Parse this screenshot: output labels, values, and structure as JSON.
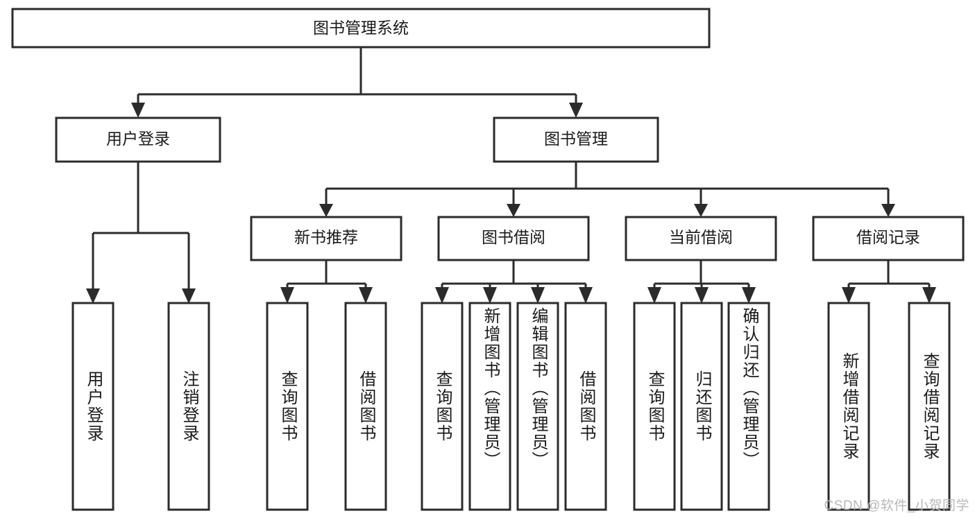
{
  "diagram": {
    "title": "图书管理系统",
    "type": "hierarchy-tree",
    "watermark": "CSDN @软件_小贺同学",
    "colors": {
      "stroke": "#2b2b2b",
      "fill": "#ffffff",
      "text": "#1a1a1a",
      "watermark": "#b8b8b8"
    },
    "levels": {
      "root": {
        "label": "图书管理系统"
      },
      "level2": [
        {
          "label": "用户登录"
        },
        {
          "label": "图书管理"
        }
      ],
      "level3": [
        {
          "label": "新书推荐"
        },
        {
          "label": "图书借阅"
        },
        {
          "label": "当前借阅"
        },
        {
          "label": "借阅记录"
        }
      ]
    },
    "leaves": {
      "user_login": [
        {
          "label": "用户登录"
        },
        {
          "label": "注销登录"
        }
      ],
      "new_book_recommend": [
        {
          "label": "查询图书"
        },
        {
          "label": "借阅图书"
        }
      ],
      "book_borrow": [
        {
          "label": "查询图书"
        },
        {
          "label": "新增图书（管理员）"
        },
        {
          "label": "编辑图书（管理员）"
        },
        {
          "label": "借阅图书"
        }
      ],
      "current_borrow": [
        {
          "label": "查询图书"
        },
        {
          "label": "归还图书"
        },
        {
          "label": "确认归还（管理员）"
        }
      ],
      "borrow_record": [
        {
          "label": "新增借阅记录"
        },
        {
          "label": "查询借阅记录"
        }
      ]
    }
  }
}
